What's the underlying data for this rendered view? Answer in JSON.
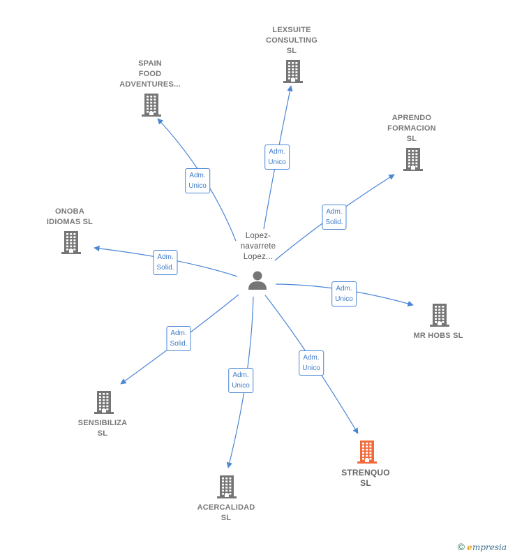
{
  "center": {
    "label": "Lopez-\nnavarrete\nLopez...",
    "icon": "person-icon"
  },
  "nodes": [
    {
      "id": "lexsuite",
      "label": "LEXSUITE\nCONSULTING\nSL",
      "icon": "building-icon",
      "highlight": false
    },
    {
      "id": "spain-food",
      "label": "SPAIN\nFOOD\nADVENTURES...",
      "icon": "building-icon",
      "highlight": false
    },
    {
      "id": "aprendo",
      "label": "APRENDO\nFORMACION\nSL",
      "icon": "building-icon",
      "highlight": false
    },
    {
      "id": "onoba",
      "label": "ONOBA\nIDIOMAS  SL",
      "icon": "building-icon",
      "highlight": false
    },
    {
      "id": "mr-hobs",
      "label": "MR HOBS  SL",
      "icon": "building-icon",
      "highlight": false
    },
    {
      "id": "sensibiliza",
      "label": "SENSIBILIZA\nSL",
      "icon": "building-icon",
      "highlight": false
    },
    {
      "id": "acercalidad",
      "label": "ACERCALIDAD\nSL",
      "icon": "building-icon",
      "highlight": false
    },
    {
      "id": "strenquo",
      "label": "STRENQUO\nSL",
      "icon": "building-icon",
      "highlight": true
    }
  ],
  "edges": [
    {
      "target": "lexsuite",
      "label": "Adm.\nUnico"
    },
    {
      "target": "spain-food",
      "label": "Adm.\nUnico"
    },
    {
      "target": "aprendo",
      "label": "Adm.\nSolid."
    },
    {
      "target": "onoba",
      "label": "Adm.\nSolid."
    },
    {
      "target": "mr-hobs",
      "label": "Adm.\nUnico"
    },
    {
      "target": "sensibiliza",
      "label": "Adm.\nSolid."
    },
    {
      "target": "acercalidad",
      "label": "Adm.\nUnico"
    },
    {
      "target": "strenquo",
      "label": "Adm.\nUnico"
    }
  ],
  "colors": {
    "edge": "#4a86d4",
    "node_icon": "#757575",
    "highlight_icon": "#f26a3a"
  },
  "footer": {
    "copyright_symbol": "©",
    "brand_initial": "e",
    "brand_rest": "mpresia"
  }
}
